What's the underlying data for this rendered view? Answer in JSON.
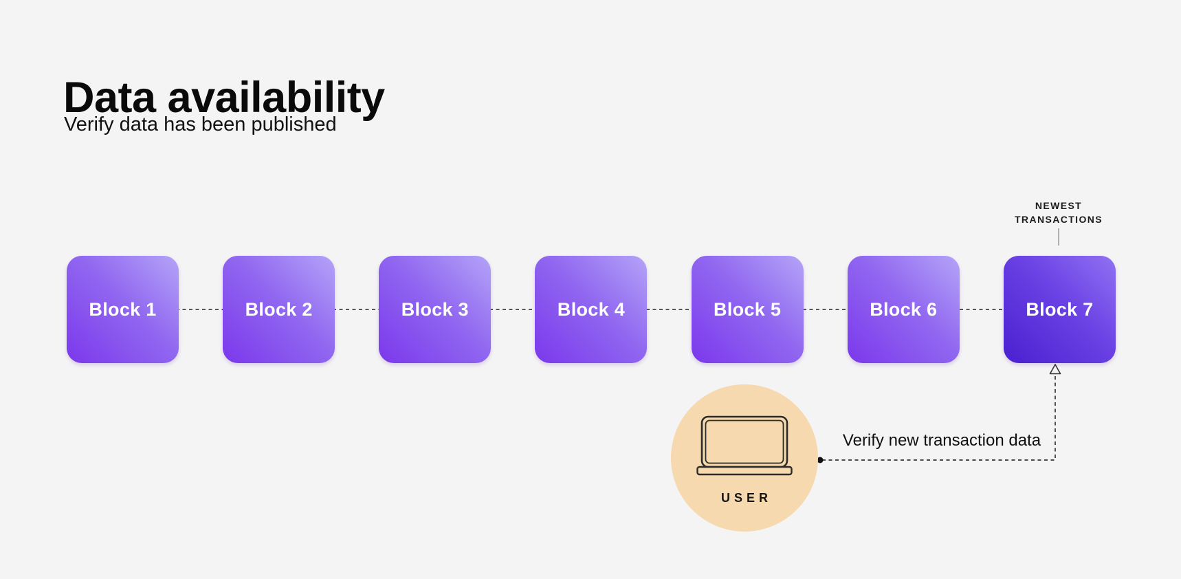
{
  "page": {
    "title": "Data availability",
    "subtitle": "Verify data has been published"
  },
  "diagram": {
    "blocks": [
      {
        "label": "Block 1"
      },
      {
        "label": "Block 2"
      },
      {
        "label": "Block 3"
      },
      {
        "label": "Block 4"
      },
      {
        "label": "Block 5"
      },
      {
        "label": "Block 6"
      },
      {
        "label": "Block 7",
        "highlighted": true
      }
    ],
    "newest_transactions_label": "NEWEST\nTRANSACTIONS",
    "user": {
      "label": "USER",
      "icon": "laptop-icon"
    },
    "arrow_label": "Verify new transaction data"
  },
  "colors": {
    "background": "#F5F4F5",
    "block_gradient_start": "#7B38EC",
    "block_gradient_end": "#B4A4F8",
    "block7_gradient_start": "#4A20D0",
    "block7_gradient_end": "#9172F2",
    "block_text": "#FFFFFF",
    "user_circle_fill": "#F6D9AE",
    "line_color": "#333333",
    "heading_text": "#0A0A0A"
  }
}
